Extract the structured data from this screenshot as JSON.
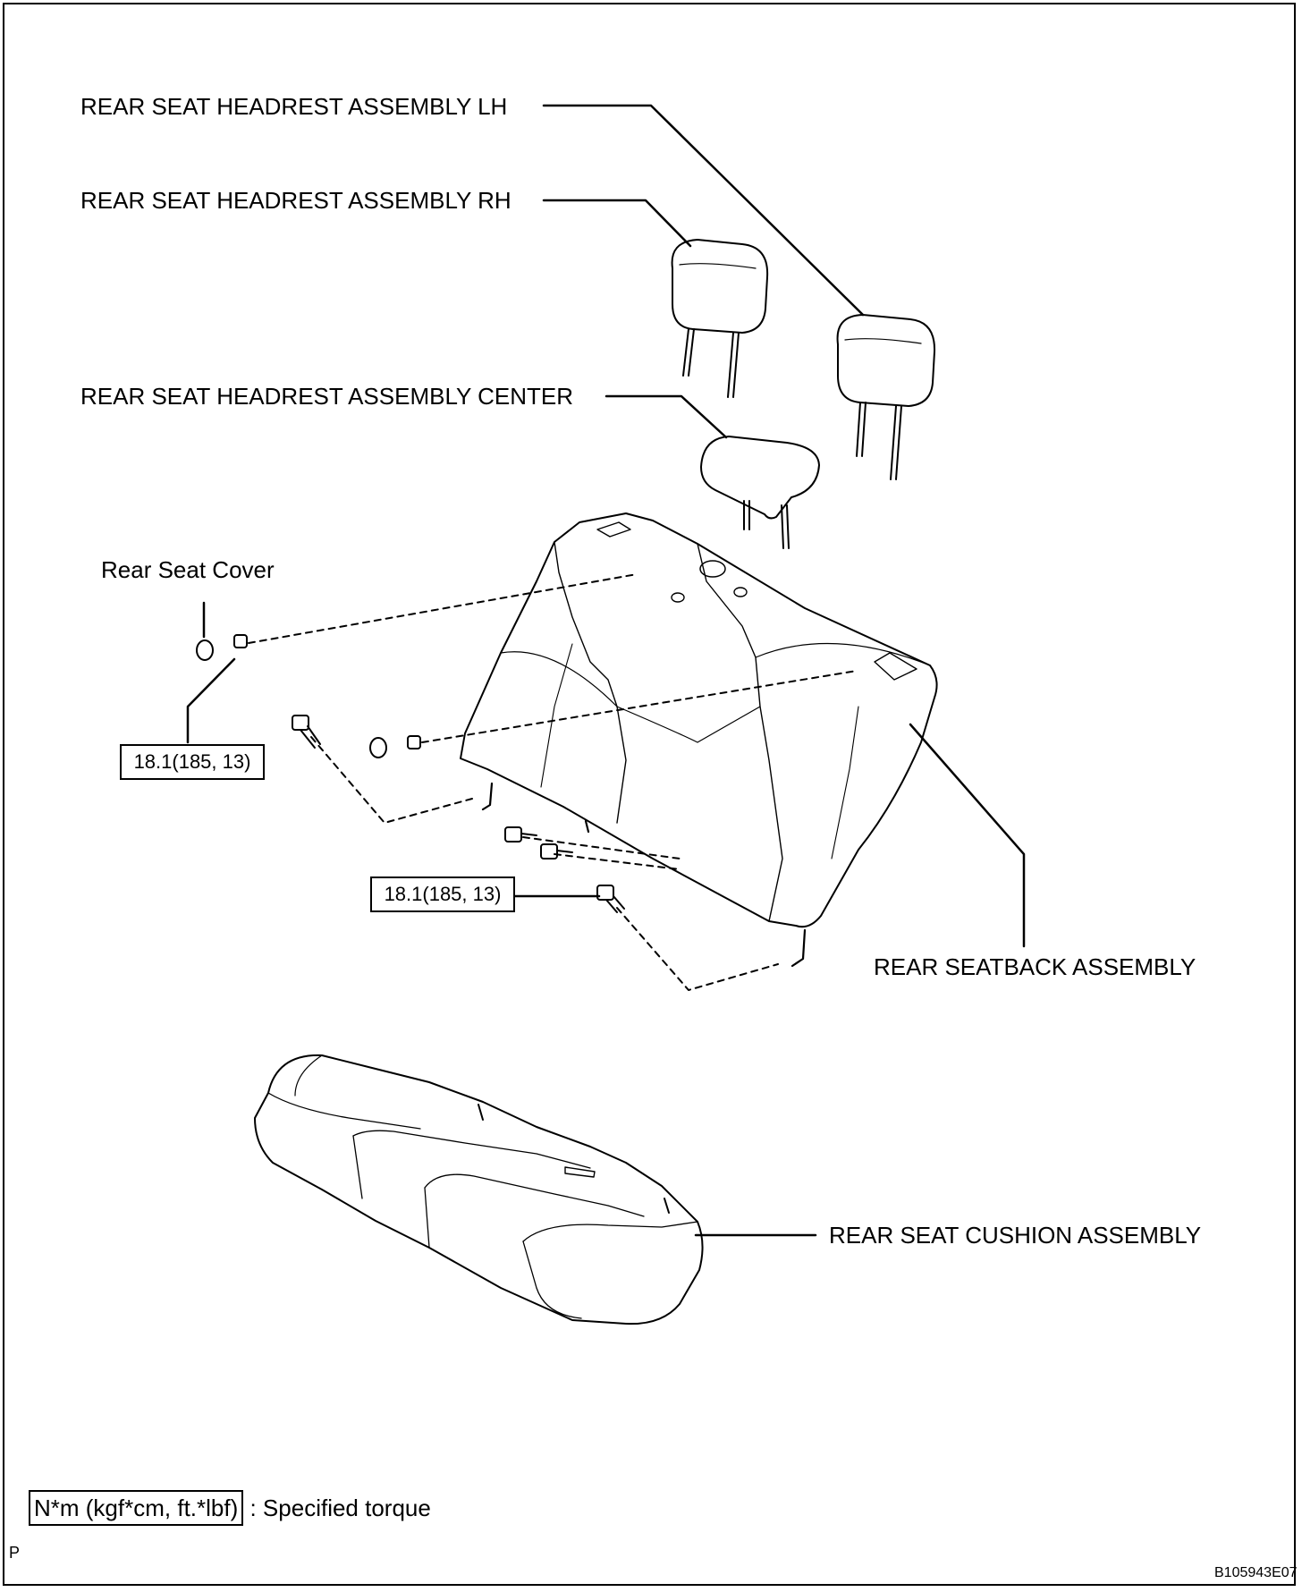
{
  "labels": {
    "headrest_lh": "REAR SEAT HEADREST ASSEMBLY LH",
    "headrest_rh": "REAR SEAT HEADREST ASSEMBLY RH",
    "headrest_center": "REAR SEAT HEADREST ASSEMBLY CENTER",
    "rear_seat_cover": "Rear Seat Cover",
    "rear_seatback": "REAR SEATBACK ASSEMBLY",
    "rear_seat_cushion": "REAR SEAT CUSHION ASSEMBLY"
  },
  "torque_labels": [
    "18.1(185, 13)",
    "18.1(185, 13)"
  ],
  "legend": {
    "unit_box": "N*m (kgf*cm, ft.*lbf)",
    "description": ": Specified torque"
  },
  "corner_letter": "P",
  "figure_code": "B105943E07"
}
